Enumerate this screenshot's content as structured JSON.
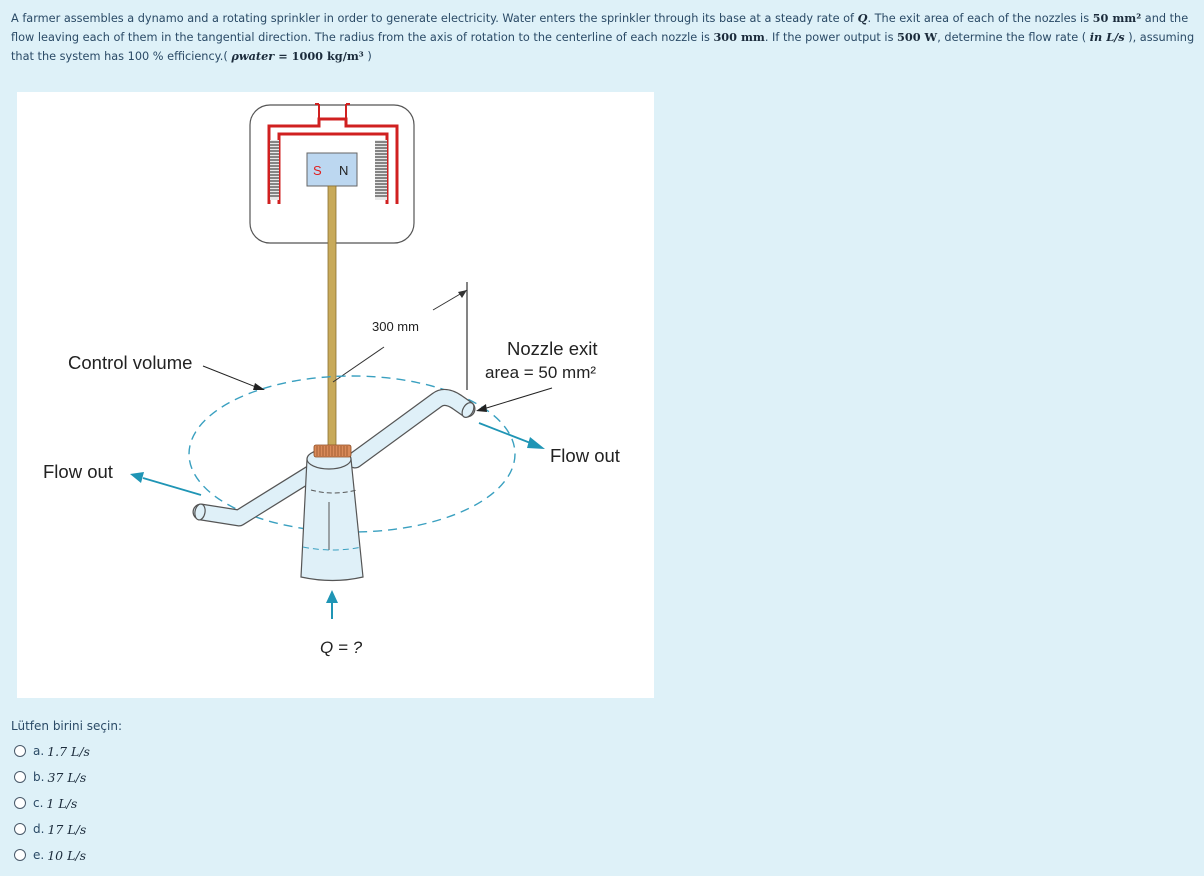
{
  "question": {
    "seg1": "A farmer assembles a dynamo and a rotating sprinkler in order to generate electricity. Water enters the sprinkler through its base at a steady rate of ",
    "q": "Q",
    "seg2": ". The exit area of each of the nozzles is ",
    "area": "50 mm²",
    "seg3": " and the flow leaving each of them in the tangential direction. The radius from the axis of rotation to the centerline of each nozzle is ",
    "radius": "300 mm",
    "seg4": ". If the power output is ",
    "power": "500 W",
    "seg5": ", determine the flow rate ( ",
    "unit": "in L/s",
    "seg6": " ), assuming that the system has 100 % efficiency.( ",
    "rho": "ρwater",
    "density": " = 1000 kg/m³",
    "seg7": " )"
  },
  "figure": {
    "pole_s": "S",
    "pole_n": "N",
    "radius_label": "300 mm",
    "control_volume": "Control volume",
    "nozzle_line1": "Nozzle exit",
    "nozzle_line2": "area =  50 mm²",
    "flow_out_left": "Flow out",
    "flow_out_right": "Flow out",
    "q_label": "Q = ?"
  },
  "prompt": "Lütfen birini seçin:",
  "answers": [
    {
      "letter": "a.",
      "value": "1.7 L/s"
    },
    {
      "letter": "b.",
      "value": "37 L/s"
    },
    {
      "letter": "c.",
      "value": "1 L/s"
    },
    {
      "letter": "d.",
      "value": "17 L/s"
    },
    {
      "letter": "e.",
      "value": "10 L/s"
    }
  ]
}
